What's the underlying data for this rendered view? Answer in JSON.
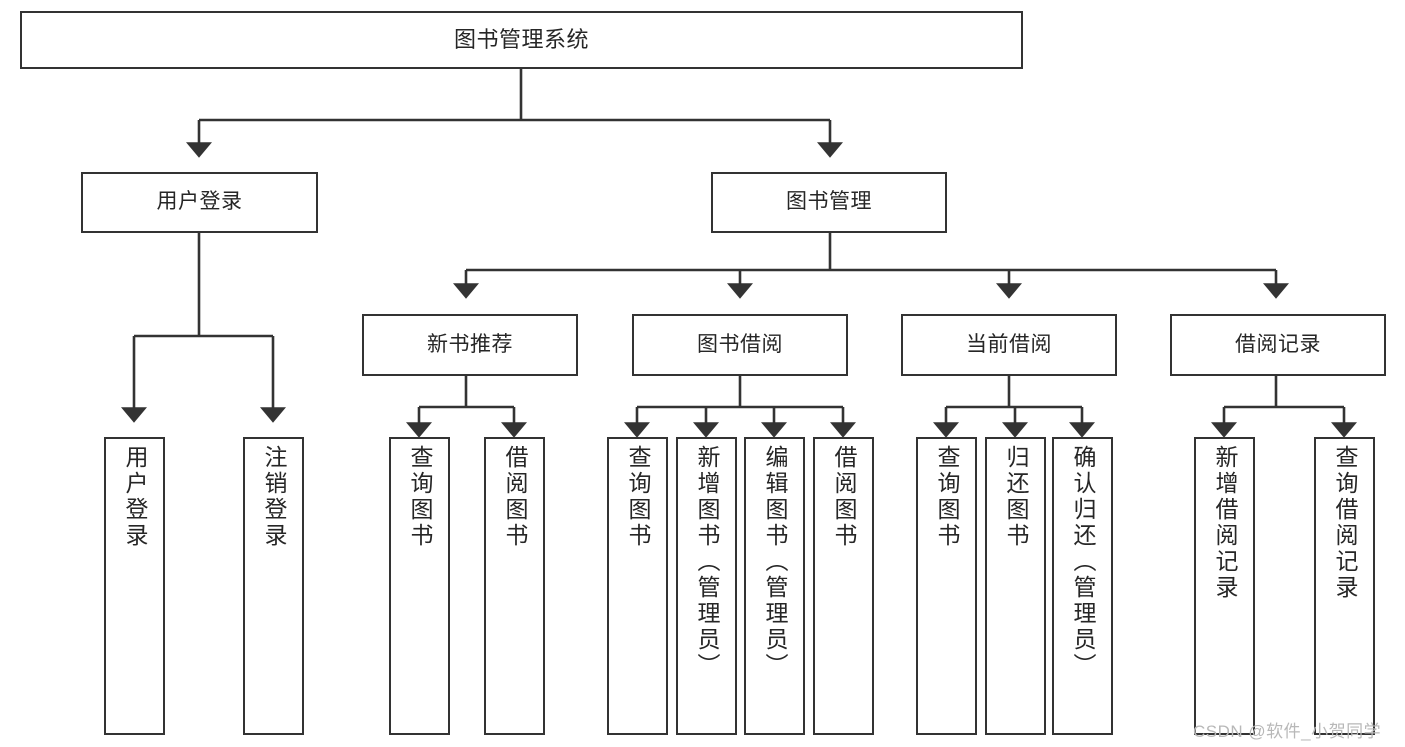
{
  "diagram": {
    "title": "图书管理系统",
    "type": "hierarchy-tree",
    "colors": {
      "box_border": "#333333",
      "box_fill": "#ffffff",
      "connector": "#333333",
      "text": "#262626",
      "watermark": "#b8b8b8",
      "background": "#ffffff"
    },
    "root": {
      "label": "图书管理系统"
    },
    "level2": [
      {
        "label": "用户登录"
      },
      {
        "label": "图书管理"
      }
    ],
    "level3": [
      {
        "label": "新书推荐"
      },
      {
        "label": "图书借阅"
      },
      {
        "label": "当前借阅"
      },
      {
        "label": "借阅记录"
      }
    ],
    "leaves": {
      "user_login": [
        {
          "label": "用户登录"
        },
        {
          "label": "注销登录"
        }
      ],
      "new_book_recommend": [
        {
          "label": "查询图书"
        },
        {
          "label": "借阅图书"
        }
      ],
      "book_borrow": [
        {
          "label": "查询图书"
        },
        {
          "label": "新增图书（管理员）"
        },
        {
          "label": "编辑图书（管理员）"
        },
        {
          "label": "借阅图书"
        }
      ],
      "current_borrow": [
        {
          "label": "查询图书"
        },
        {
          "label": "归还图书"
        },
        {
          "label": "确认归还（管理员）"
        }
      ],
      "borrow_record": [
        {
          "label": "新增借阅记录"
        },
        {
          "label": "查询借阅记录"
        }
      ]
    }
  },
  "watermark": {
    "text": "CSDN @软件_小贺同学"
  }
}
